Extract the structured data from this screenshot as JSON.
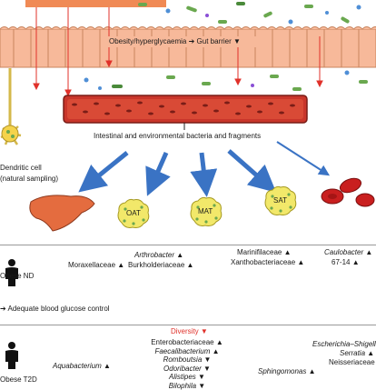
{
  "gut": {
    "barrier_label": "Obesity/hyperglycaemia",
    "barrier_label_2": "Gut barrier"
  },
  "vessel": {
    "caption": "Intestinal and environmental bacteria and fragments"
  },
  "dendritic": {
    "line1": "Dendritic cell",
    "line2": "(natural sampling)"
  },
  "organs": {
    "oat": "OAT",
    "mat": "MAT",
    "sat": "SAT"
  },
  "obese_nd": {
    "label": "Obese ND",
    "col1": "Moraxellaceae",
    "col2_a": "Arthrobacter",
    "col2_b": "Burkholderiaceae",
    "col3_a": "Marinifilaceae",
    "col3_b": "Xanthobacteriaceae",
    "col4_a": "Caulobacter",
    "col4_b": "67-14"
  },
  "glucose": {
    "label": "Adequate blood glucose control"
  },
  "obese_t2d": {
    "label": "Obese T2D",
    "col1": "Aquabacterium",
    "diversity": "Diversity",
    "col2": [
      "Enterobacteriaceae",
      "Faecalibacterium",
      "Romboutsia",
      "Odoribacter",
      "Alistipes",
      "Bilophila"
    ],
    "col3": "Sphingomonas",
    "col4": [
      "Escherichia–Shigella",
      "Serratia",
      "Neisseriaceae"
    ]
  },
  "colors": {
    "epithelium": "#f7b99a",
    "vessel": "#c9362b",
    "liver": "#e46c3f",
    "fat": "#f2e86a",
    "arrow_blue": "#3a73c4",
    "decrease_red": "#e0312a"
  }
}
